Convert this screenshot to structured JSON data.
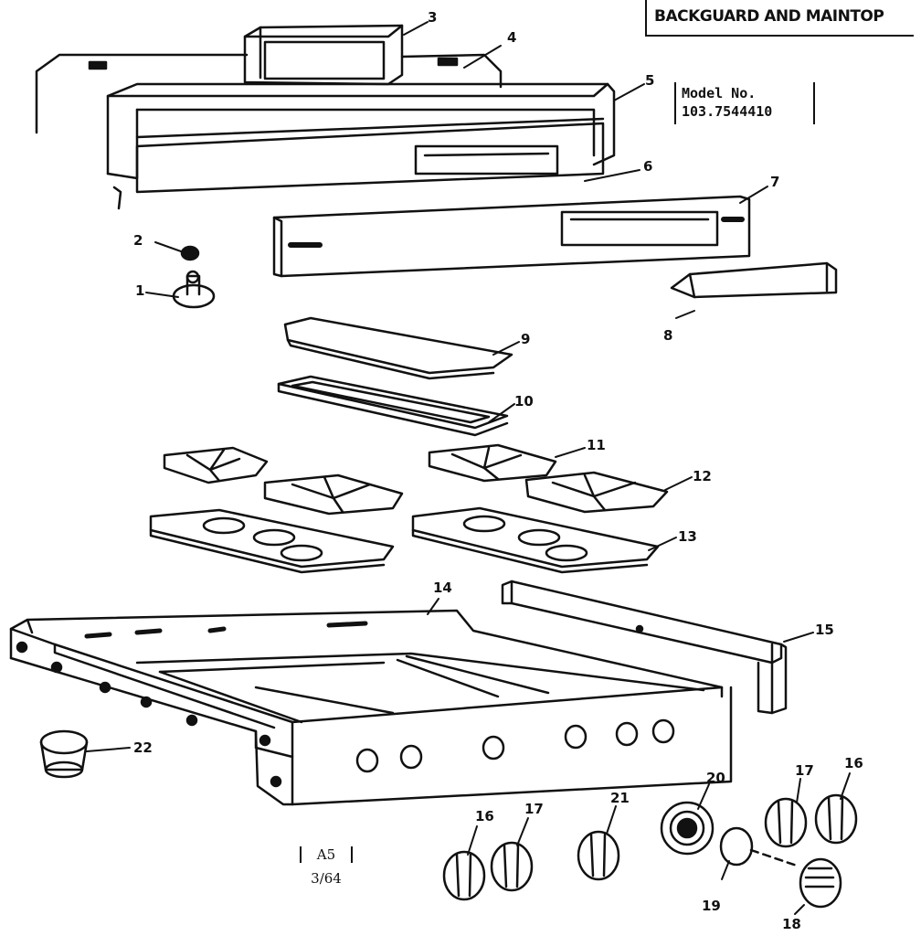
{
  "title": "BACKGUARD AND MAINTOP",
  "model": {
    "label": "Model No.",
    "number": "103.7544410"
  },
  "page_code": "A5",
  "date_code": "3/64",
  "callouts": [
    "1",
    "2",
    "3",
    "4",
    "5",
    "6",
    "7",
    "8",
    "9",
    "10",
    "11",
    "12",
    "13",
    "14",
    "15",
    "16",
    "17",
    "18",
    "19",
    "20",
    "21",
    "22",
    "16",
    "17"
  ]
}
